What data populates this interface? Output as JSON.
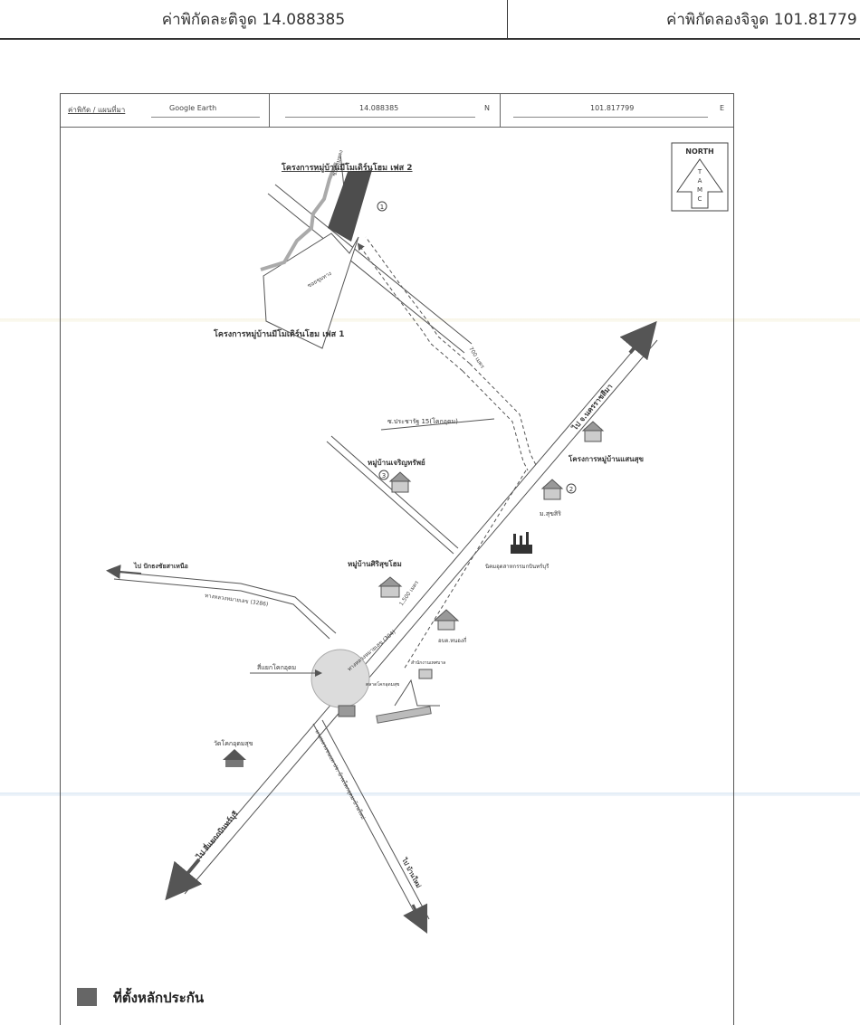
{
  "header": {
    "latitude_text": "ค่าพิกัดละติจูด 14.088385",
    "longitude_text": "ค่าพิกัดลองจิจูด 101.81779"
  },
  "coord_row": {
    "source_label": "ค่าพิกัด / แผนที่มา",
    "source_value": "Google Earth",
    "lat_value": "14.088385",
    "lat_unit": "N",
    "lon_value": "101.817799",
    "lon_unit": "E"
  },
  "north_arrow": {
    "title": "NORTH",
    "letters": [
      "T",
      "A",
      "M",
      "C"
    ]
  },
  "map_labels": {
    "project_phase2": "โครงการหมู่บ้านมีโมเดิร์นโฮม เฟส 2",
    "project_phase1": "โครงการหมู่บ้านมีโมเดิร์นโฮม เฟส 1",
    "marker_1": "1",
    "marker_2": "2",
    "marker_3": "3",
    "road_upper_side": "ซอยชุมทาง",
    "road_left_side": "ซอยชุมทาง",
    "distance_700": "700 เมตร",
    "distance_1500": "1,500 เมตร",
    "soi_pracharat": "ซ.ประชารัฐ 15(โคกอุดม)",
    "to_nakhon_ratchasima": "ไป จ.นครราชสีมา",
    "village_charoensap": "หมู่บ้านเจริญทรัพย์",
    "project_saensuk": "โครงการหมู่บ้านแสนสุข",
    "mu_sukhsiri": "ม.สุขสิริ",
    "industrial_estate": "นิคมอุตสาหกรรมกบินทร์บุรี",
    "village_sirisukhome": "หมู่บ้านศิริสุขโฮม",
    "to_prachin": "ไป ปักธงชัยสาเหนือ",
    "highway_3286": "ทางหลวงหมายเลข (3286)",
    "highway_304": "ทางหลวงหมายเลข (304)",
    "school": "อบต.หนองกี่",
    "junction": "สี่แยกโคกอุดม",
    "market": "ตลาดโคกอุดมสุข",
    "police": "สำนักงานเทศบาล",
    "temple": "วัดโคกอุดมสุข",
    "to_kabinburi": "ไป สี่แยกกบินทร์บุรี",
    "rural_road": "ทางหลวงชนบท ปจ. บ้านโคกอุดม-บ้านใหม่",
    "to_ban_mai": "ไป บ้านใหม่"
  },
  "legend": {
    "label": "ที่ตั้งหลักประกัน",
    "swatch_color": "#666666"
  },
  "colors": {
    "road_stroke": "#555555",
    "parcel_fill": "#4d4d4d",
    "junction_fill": "#dcdcdc"
  }
}
